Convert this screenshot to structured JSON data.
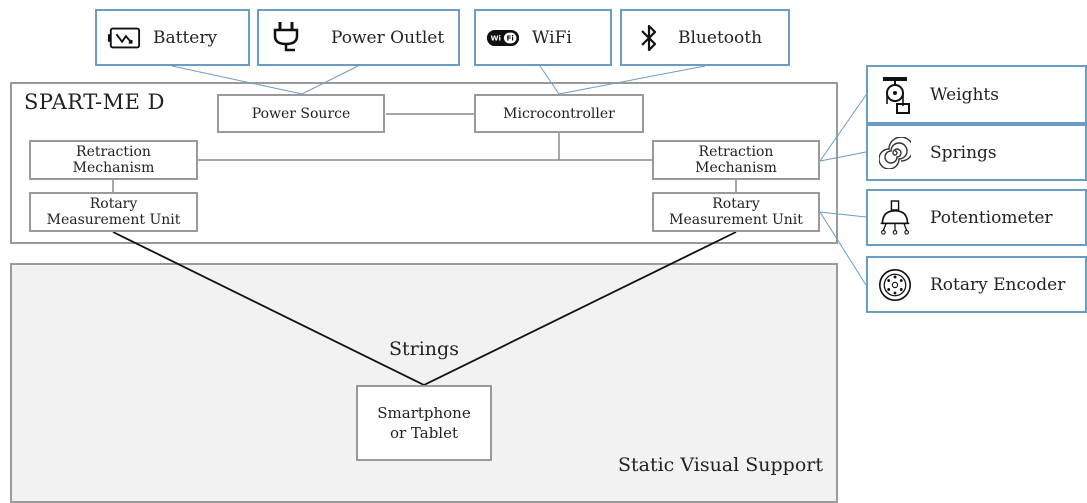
{
  "system": {
    "title": "SPART-ME D",
    "power_source": "Power Source",
    "microcontroller": "Microcontroller",
    "left_retraction": "Retraction\nMechanism",
    "right_retraction": "Retraction\nMechanism",
    "left_rotary": "Rotary\nMeasurement Unit",
    "right_rotary": "Rotary\nMeasurement Unit"
  },
  "power_options": [
    {
      "label": "Battery",
      "icon": "battery-icon"
    },
    {
      "label": "Power Outlet",
      "icon": "power-plug-icon"
    }
  ],
  "comm_options": [
    {
      "label": "WiFi",
      "icon": "wifi-icon",
      "icon_text": "WiFi"
    },
    {
      "label": "Bluetooth",
      "icon": "bluetooth-icon"
    }
  ],
  "retraction_options": [
    {
      "label": "Weights",
      "icon": "weight-pulley-icon"
    },
    {
      "label": "Springs",
      "icon": "spring-icon"
    }
  ],
  "sensor_options": [
    {
      "label": "Potentiometer",
      "icon": "potentiometer-icon"
    },
    {
      "label": "Rotary Encoder",
      "icon": "rotary-encoder-icon"
    }
  ],
  "support": {
    "label": "Static Visual Support",
    "strings_label": "Strings",
    "device": "Smartphone\nor Tablet"
  },
  "colors": {
    "option_border": "#6b9cc4",
    "box_border": "#9a9a9a",
    "support_fill": "#f2f2f2"
  }
}
